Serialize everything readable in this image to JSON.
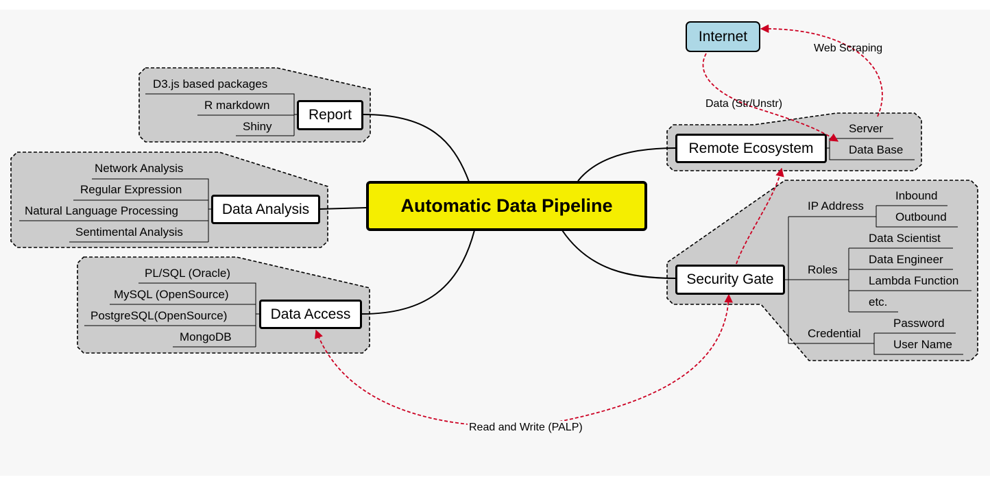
{
  "title": "Automatic Data Pipeline",
  "branches": {
    "report": {
      "label": "Report",
      "items": [
        "D3.js based packages",
        "R markdown",
        "Shiny"
      ]
    },
    "data_analysis": {
      "label": "Data Analysis",
      "items": [
        "Network Analysis",
        "Regular Expression",
        "Natural Language Processing",
        "Sentimental Analysis"
      ]
    },
    "data_access": {
      "label": "Data Access",
      "items": [
        "PL/SQL (Oracle)",
        "MySQL (OpenSource)",
        "PostgreSQL(OpenSource)",
        "MongoDB"
      ]
    },
    "remote_ecosystem": {
      "label": "Remote Ecosystem",
      "items": [
        "Server",
        "Data Base"
      ]
    },
    "security_gate": {
      "label": "Security Gate",
      "ip_address": {
        "label": "IP Address",
        "items": [
          "Inbound",
          "Outbound"
        ]
      },
      "roles": {
        "label": "Roles",
        "items": [
          "Data Scientist",
          "Data Engineer",
          "Lambda Function",
          "etc."
        ]
      },
      "credential": {
        "label": "Credential",
        "items": [
          "Password",
          "User Name"
        ]
      }
    }
  },
  "external": {
    "internet": "Internet"
  },
  "relations": {
    "web_scraping": "Web Scraping",
    "data_str_unstr": "Data (Str/Unstr)",
    "read_write": "Read and Write (PALP)"
  },
  "colors": {
    "root_fill": "#f5ee00",
    "internet_fill": "#add8e6",
    "group_fill": "#cccccc",
    "relation_line": "#cc0022"
  }
}
